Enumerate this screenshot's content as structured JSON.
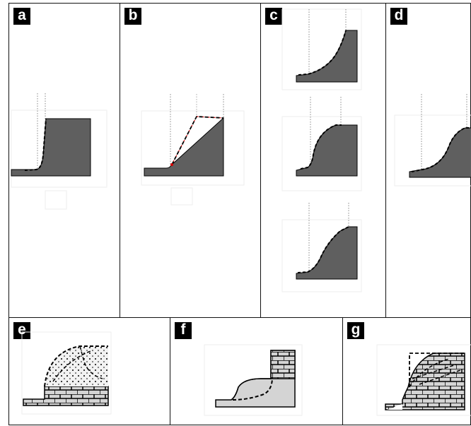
{
  "panels": {
    "a": {
      "label": "a"
    },
    "b": {
      "label": "b"
    },
    "c": {
      "label": "c"
    },
    "d": {
      "label": "d"
    },
    "e": {
      "label": "e"
    },
    "f": {
      "label": "f"
    },
    "g": {
      "label": "g"
    }
  },
  "colors": {
    "fill_dark": "#5f5f5f",
    "fill_light": "#d4d4d4",
    "outline": "#000000",
    "accent_red": "#d40000",
    "guide": "#777777",
    "faint": "#e6e6e6"
  }
}
